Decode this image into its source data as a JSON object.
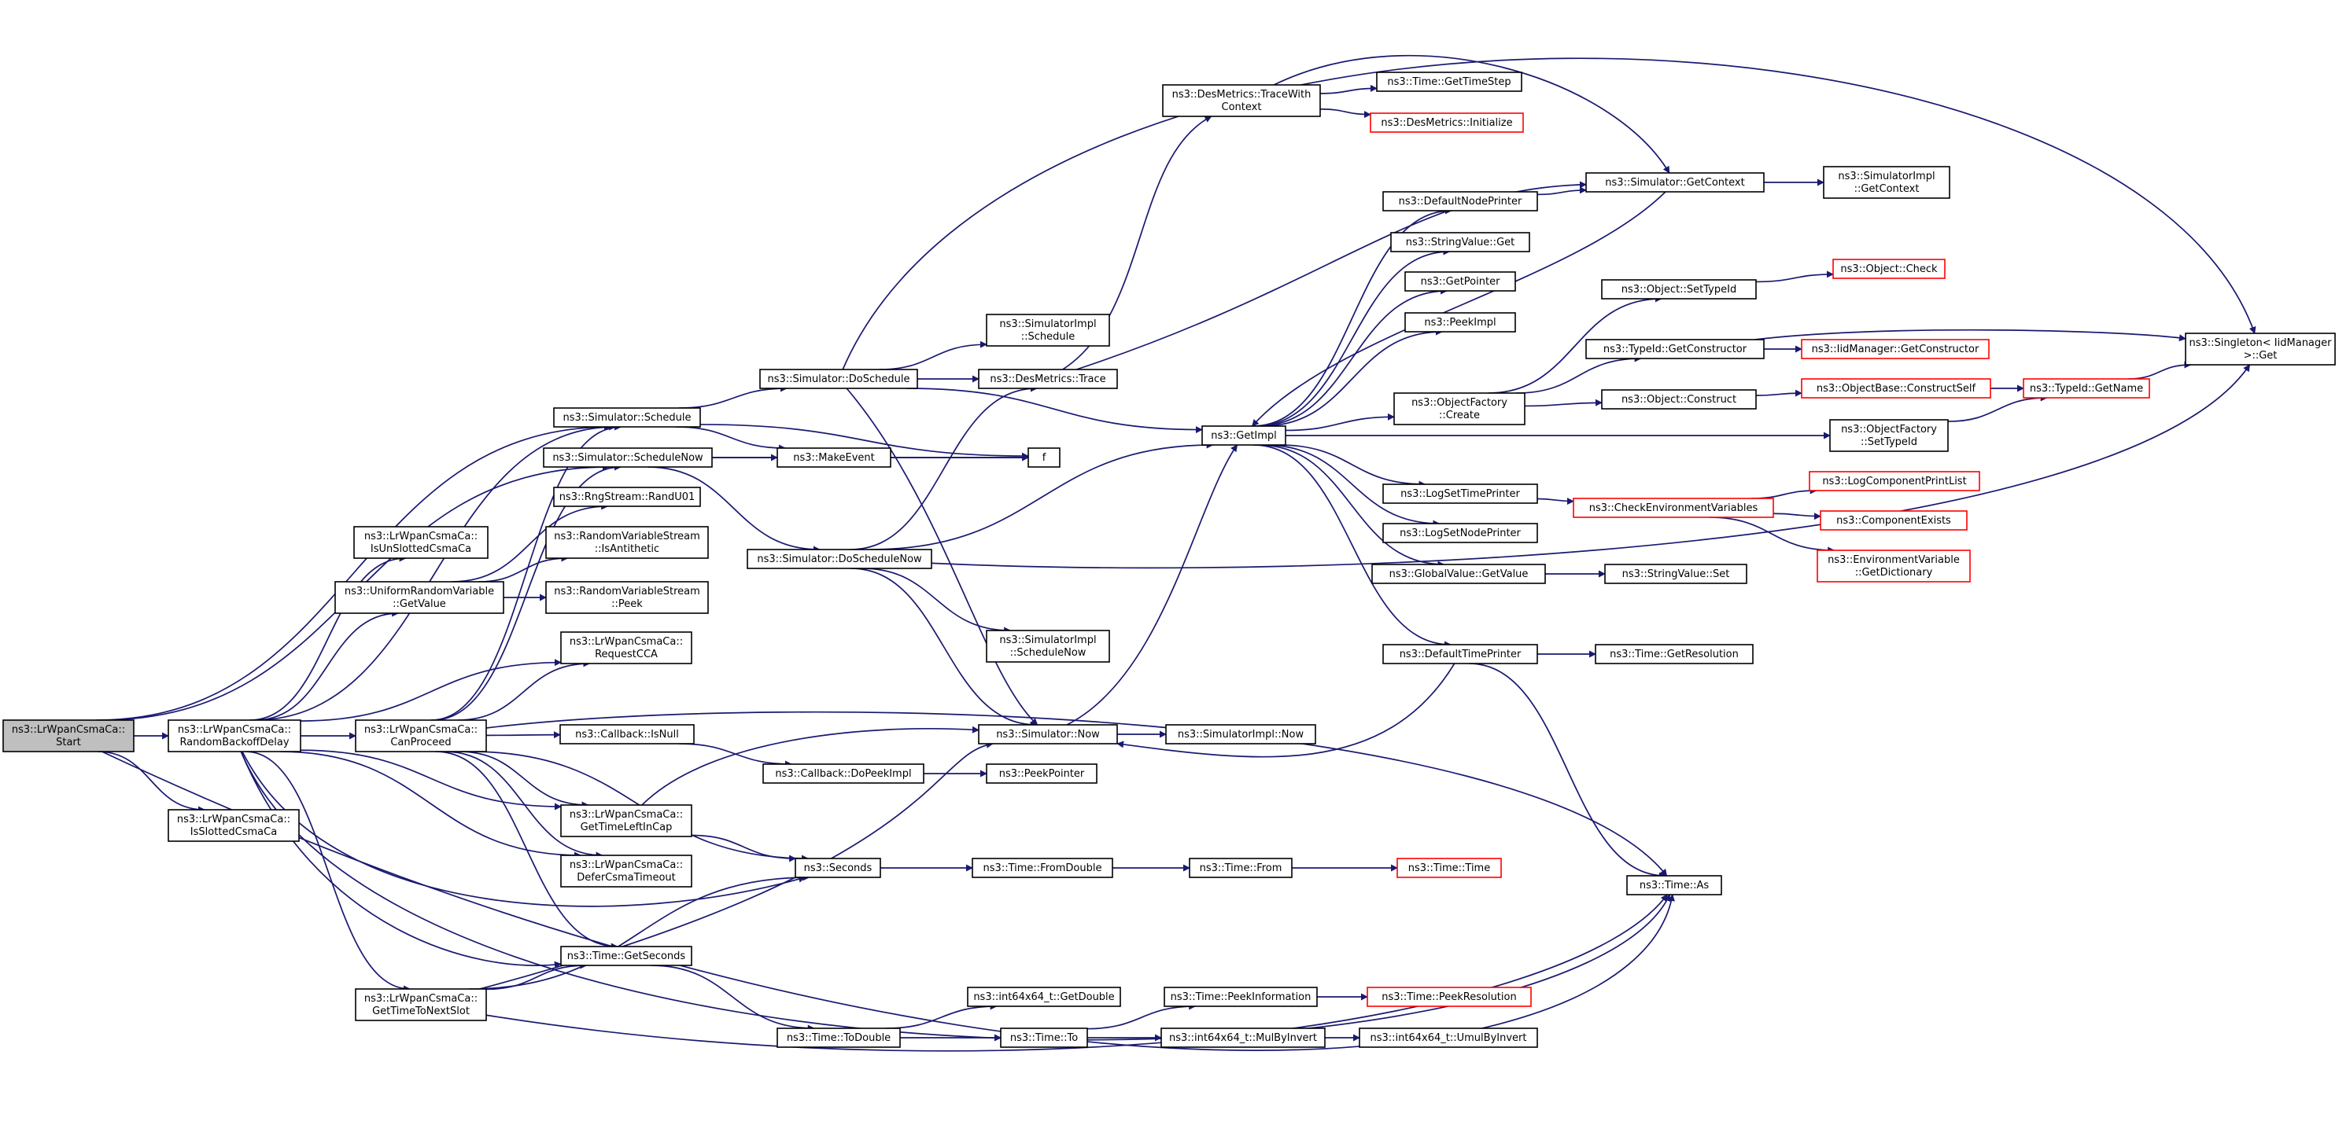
{
  "colors": {
    "edge": "#191970",
    "normal_border": "#000000",
    "truncated_border": "#ff0000",
    "root_fill": "#bfbfbf",
    "node_fill": "#ffffff"
  },
  "nodes": [
    {
      "id": "start",
      "lines": [
        "ns3::LrWpanCsmaCa::",
        "Start"
      ],
      "kind": "root"
    },
    {
      "id": "rbd",
      "lines": [
        "ns3::LrWpanCsmaCa::",
        "RandomBackoffDelay"
      ]
    },
    {
      "id": "isslotted",
      "lines": [
        "ns3::LrWpanCsmaCa::",
        "IsSlottedCsmaCa"
      ]
    },
    {
      "id": "sched",
      "lines": [
        "ns3::Simulator::Schedule"
      ]
    },
    {
      "id": "schednow",
      "lines": [
        "ns3::Simulator::ScheduleNow"
      ]
    },
    {
      "id": "randu01",
      "lines": [
        "ns3::RngStream::RandU01"
      ]
    },
    {
      "id": "isunslotted",
      "lines": [
        "ns3::LrWpanCsmaCa::",
        "IsUnSlottedCsmaCa"
      ]
    },
    {
      "id": "urvget",
      "lines": [
        "ns3::UniformRandomVariable",
        "::GetValue"
      ]
    },
    {
      "id": "isanti",
      "lines": [
        "ns3::RandomVariableStream",
        "::IsAntithetic"
      ]
    },
    {
      "id": "rvspeek",
      "lines": [
        "ns3::RandomVariableStream",
        "::Peek"
      ]
    },
    {
      "id": "requestcca",
      "lines": [
        "ns3::LrWpanCsmaCa::",
        "RequestCCA"
      ]
    },
    {
      "id": "canproceed",
      "lines": [
        "ns3::LrWpanCsmaCa::",
        "CanProceed"
      ]
    },
    {
      "id": "isnull",
      "lines": [
        "ns3::Callback::IsNull"
      ]
    },
    {
      "id": "dopeekimpl",
      "lines": [
        "ns3::Callback::DoPeekImpl"
      ]
    },
    {
      "id": "gettimeleft",
      "lines": [
        "ns3::LrWpanCsmaCa::",
        "GetTimeLeftInCap"
      ]
    },
    {
      "id": "defercsma",
      "lines": [
        "ns3::LrWpanCsmaCa::",
        "DeferCsmaTimeout"
      ]
    },
    {
      "id": "seconds",
      "lines": [
        "ns3::Seconds"
      ]
    },
    {
      "id": "getseconds",
      "lines": [
        "ns3::Time::GetSeconds"
      ]
    },
    {
      "id": "gettimenext",
      "lines": [
        "ns3::LrWpanCsmaCa::",
        "GetTimeToNextSlot"
      ]
    },
    {
      "id": "todouble",
      "lines": [
        "ns3::Time::ToDouble"
      ]
    },
    {
      "id": "doschedule",
      "lines": [
        "ns3::Simulator::DoSchedule"
      ]
    },
    {
      "id": "doschednow",
      "lines": [
        "ns3::Simulator::DoScheduleNow"
      ]
    },
    {
      "id": "makeevent",
      "lines": [
        "ns3::MakeEvent"
      ]
    },
    {
      "id": "f",
      "lines": [
        "f"
      ]
    },
    {
      "id": "simimplsched",
      "lines": [
        "ns3::SimulatorImpl",
        "::Schedule"
      ]
    },
    {
      "id": "desmetrace",
      "lines": [
        "ns3::DesMetrics::Trace"
      ]
    },
    {
      "id": "simimplschednow",
      "lines": [
        "ns3::SimulatorImpl",
        "::ScheduleNow"
      ]
    },
    {
      "id": "simnow",
      "lines": [
        "ns3::Simulator::Now"
      ]
    },
    {
      "id": "simimplnow",
      "lines": [
        "ns3::SimulatorImpl::Now"
      ]
    },
    {
      "id": "peekpointer",
      "lines": [
        "ns3::PeekPointer"
      ]
    },
    {
      "id": "fromdouble",
      "lines": [
        "ns3::Time::FromDouble"
      ]
    },
    {
      "id": "from",
      "lines": [
        "ns3::Time::From"
      ]
    },
    {
      "id": "time",
      "lines": [
        "ns3::Time::Time"
      ],
      "kind": "truncated"
    },
    {
      "id": "getdouble",
      "lines": [
        "ns3::int64x64_t::GetDouble"
      ]
    },
    {
      "id": "to",
      "lines": [
        "ns3::Time::To"
      ]
    },
    {
      "id": "peekinfo",
      "lines": [
        "ns3::Time::PeekInformation"
      ]
    },
    {
      "id": "peekres",
      "lines": [
        "ns3::Time::PeekResolution"
      ],
      "kind": "truncated"
    },
    {
      "id": "mulbyinv",
      "lines": [
        "ns3::int64x64_t::MulByInvert"
      ]
    },
    {
      "id": "umulbyinv",
      "lines": [
        "ns3::int64x64_t::UmulByInvert"
      ]
    },
    {
      "id": "tracewith",
      "lines": [
        "ns3::DesMetrics::TraceWith",
        "Context"
      ]
    },
    {
      "id": "gettimestep",
      "lines": [
        "ns3::Time::GetTimeStep"
      ]
    },
    {
      "id": "desmeinit",
      "lines": [
        "ns3::DesMetrics::Initialize"
      ],
      "kind": "truncated"
    },
    {
      "id": "getimpl",
      "lines": [
        "ns3::GetImpl"
      ]
    },
    {
      "id": "defnodeprinter",
      "lines": [
        "ns3::DefaultNodePrinter"
      ]
    },
    {
      "id": "strvalget",
      "lines": [
        "ns3::StringValue::Get"
      ]
    },
    {
      "id": "getpointer",
      "lines": [
        "ns3::GetPointer"
      ]
    },
    {
      "id": "peekimpl",
      "lines": [
        "ns3::PeekImpl"
      ]
    },
    {
      "id": "objfactcreate",
      "lines": [
        "ns3::ObjectFactory",
        "::Create"
      ]
    },
    {
      "id": "logsettime",
      "lines": [
        "ns3::LogSetTimePrinter"
      ]
    },
    {
      "id": "logsetnode",
      "lines": [
        "ns3::LogSetNodePrinter"
      ]
    },
    {
      "id": "globalget",
      "lines": [
        "ns3::GlobalValue::GetValue"
      ]
    },
    {
      "id": "deftimeprinter",
      "lines": [
        "ns3::DefaultTimePrinter"
      ]
    },
    {
      "id": "getcontext",
      "lines": [
        "ns3::Simulator::GetContext"
      ]
    },
    {
      "id": "simimplgetctx",
      "lines": [
        "ns3::SimulatorImpl",
        "::GetContext"
      ]
    },
    {
      "id": "objsettypeid",
      "lines": [
        "ns3::Object::SetTypeId"
      ]
    },
    {
      "id": "typeidgetctor",
      "lines": [
        "ns3::TypeId::GetConstructor"
      ]
    },
    {
      "id": "objconstruct",
      "lines": [
        "ns3::Object::Construct"
      ]
    },
    {
      "id": "objfactsettypeid",
      "lines": [
        "ns3::ObjectFactory",
        "::SetTypeId"
      ]
    },
    {
      "id": "checkenv",
      "lines": [
        "ns3::CheckEnvironmentVariables"
      ],
      "kind": "truncated"
    },
    {
      "id": "strvalset",
      "lines": [
        "ns3::StringValue::Set"
      ]
    },
    {
      "id": "getresolution",
      "lines": [
        "ns3::Time::GetResolution"
      ]
    },
    {
      "id": "timeas",
      "lines": [
        "ns3::Time::As"
      ]
    },
    {
      "id": "objcheck",
      "lines": [
        "ns3::Object::Check"
      ],
      "kind": "truncated"
    },
    {
      "id": "iidgetctor",
      "lines": [
        "ns3::IidManager::GetConstructor"
      ],
      "kind": "truncated"
    },
    {
      "id": "constructself",
      "lines": [
        "ns3::ObjectBase::ConstructSelf"
      ],
      "kind": "truncated"
    },
    {
      "id": "typeidgetname",
      "lines": [
        "ns3::TypeId::GetName"
      ],
      "kind": "truncated"
    },
    {
      "id": "singleton",
      "lines": [
        "ns3::Singleton< IidManager",
        " >::Get"
      ]
    },
    {
      "id": "logcompprint",
      "lines": [
        "ns3::LogComponentPrintList"
      ],
      "kind": "truncated"
    },
    {
      "id": "compexists",
      "lines": [
        "ns3::ComponentExists"
      ],
      "kind": "truncated"
    },
    {
      "id": "envgetdict",
      "lines": [
        "ns3::EnvironmentVariable",
        "::GetDictionary"
      ],
      "kind": "truncated"
    }
  ]
}
